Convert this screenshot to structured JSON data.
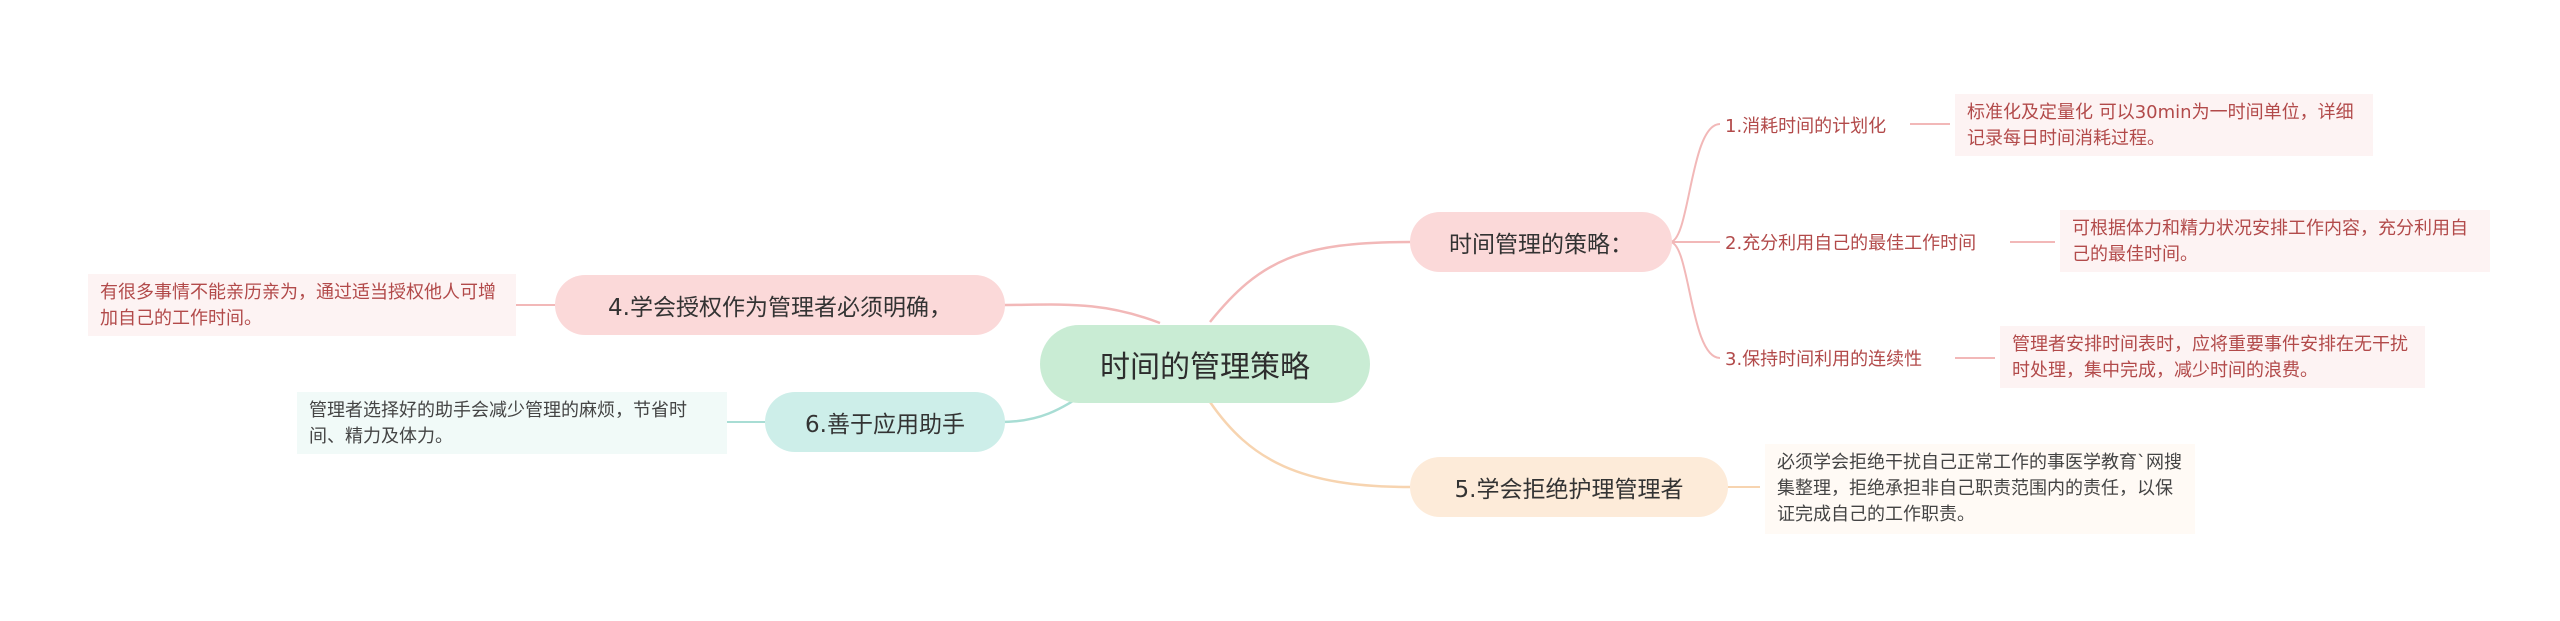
{
  "root": {
    "label": "时间的管理策略"
  },
  "branches": {
    "strategy": {
      "label": "时间管理的策略：",
      "items": [
        {
          "label": "1.消耗时间的计划化",
          "note": "标准化及定量化 可以30min为一时间单位，详细记录每日时间消耗过程。"
        },
        {
          "label": "2.充分利用自己的最佳工作时间",
          "note": "可根据体力和精力状况安排工作内容，充分利用自己的最佳时间。"
        },
        {
          "label": "3.保持时间利用的连续性",
          "note": "管理者安排时间表时，应将重要事件安排在无干扰时处理，集中完成，减少时间的浪费。"
        }
      ]
    },
    "delegate": {
      "label": "4.学会授权作为管理者必须明确，",
      "note": "有很多事情不能亲历亲为，通过适当授权他人可增加自己的工作时间。"
    },
    "refuse": {
      "label": "5.学会拒绝护理管理者",
      "note": "必须学会拒绝干扰自己正常工作的事医学教育`网搜集整理，拒绝承担非自己职责范围内的责任，以保证完成自己的工作职责。"
    },
    "assistant": {
      "label": "6.善于应用助手",
      "note": " 管理者选择好的助手会减少管理的麻烦，节省时间、精力及体力。"
    }
  },
  "colors": {
    "root_bg": "#c9ecd4",
    "red_bg": "#fbd9d9",
    "teal_bg": "#cdeee9",
    "peach_bg": "#fdebd9",
    "red_text": "#b24a4a",
    "red_line": "#f2b8b8",
    "teal_line": "#a8ddd4",
    "peach_line": "#f7d4b0"
  }
}
